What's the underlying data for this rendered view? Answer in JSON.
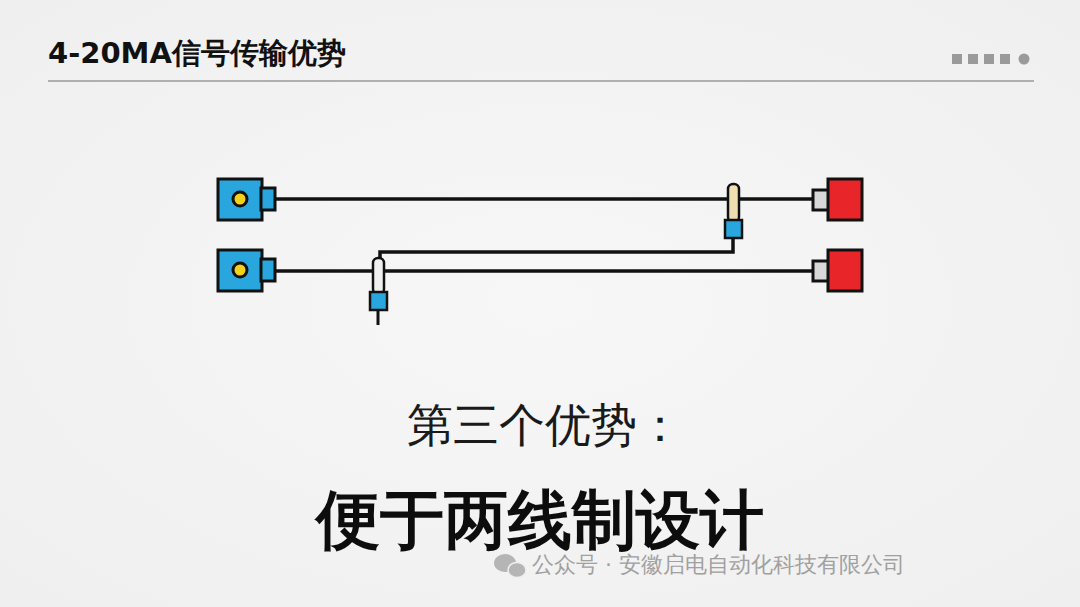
{
  "diagram": {
    "title": "4-20MA信号传输优势",
    "labels": [
      "第三个优势：",
      "便于两线制设计",
      "公众号 · 安徽启电自动化科技有限公司"
    ]
  }
}
